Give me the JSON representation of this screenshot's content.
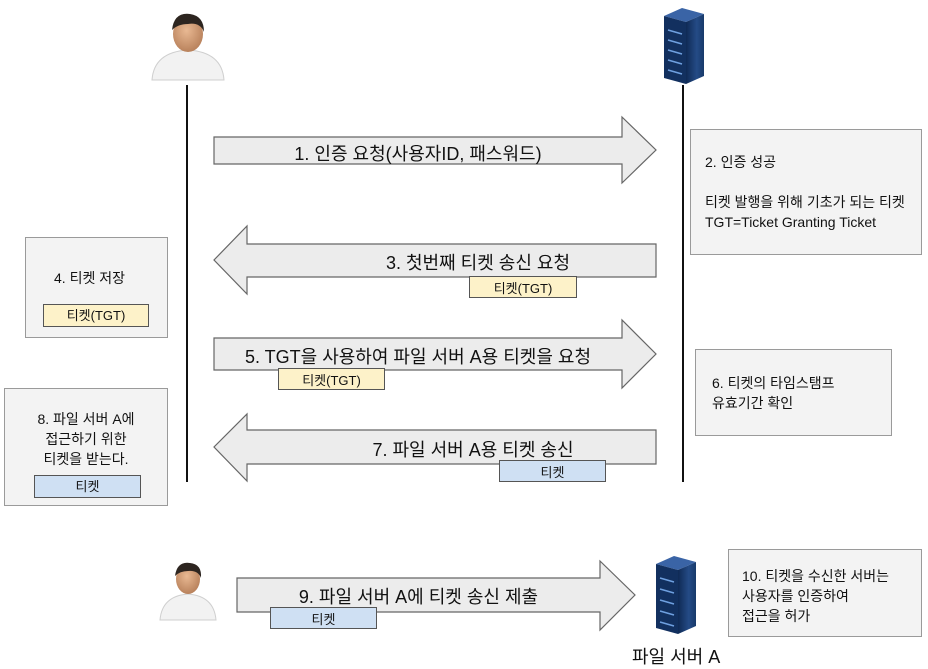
{
  "actors": {
    "user_icon": "user-icon",
    "server_icon": "server-icon",
    "file_server_caption": "파일 서버 A"
  },
  "messages": [
    {
      "label": "1. 인증 요청(사용자ID, 패스워드)",
      "direction": "right"
    },
    {
      "label": "3. 첫번째 티켓 송신 요청",
      "direction": "left",
      "tag": "티켓(TGT)"
    },
    {
      "label": "5. TGT을 사용하여 파일 서버 A용 티켓을 요청",
      "direction": "right",
      "tag": "티켓(TGT)"
    },
    {
      "label": "7. 파일 서버 A용 티켓 송신",
      "direction": "left",
      "tag": "티켓"
    },
    {
      "label": "9. 파일 서버 A에 티켓 송신 제출",
      "direction": "right",
      "tag": "티켓"
    }
  ],
  "notes": {
    "n2": {
      "line1": "2. 인증 성공",
      "line2": "티켓 발행을 위해 기초가 되는 티켓",
      "line3": "TGT=Ticket Granting Ticket"
    },
    "n4": {
      "line1": "4. 티켓 저장",
      "tag": "티켓(TGT)"
    },
    "n6": {
      "line1": "6. 티켓의 타임스탬프",
      "line2": "유효기간 확인"
    },
    "n8": {
      "line1": "8. 파일 서버 A에",
      "line2": "접근하기 위한",
      "line3": "티켓을 받는다.",
      "tag": "티켓"
    },
    "n10": {
      "line1": "10. 티켓을 수신한 서버는",
      "line2": "사용자를 인증하여",
      "line3": "접근을 허가"
    }
  },
  "colors": {
    "arrow_fill": "#ececec",
    "arrow_stroke": "#666666",
    "tgt_tag": "#fdf2c9",
    "ticket_tag": "#cfe0f3",
    "note_fill": "#f3f3f3",
    "server_blue": "#1f3f73"
  }
}
